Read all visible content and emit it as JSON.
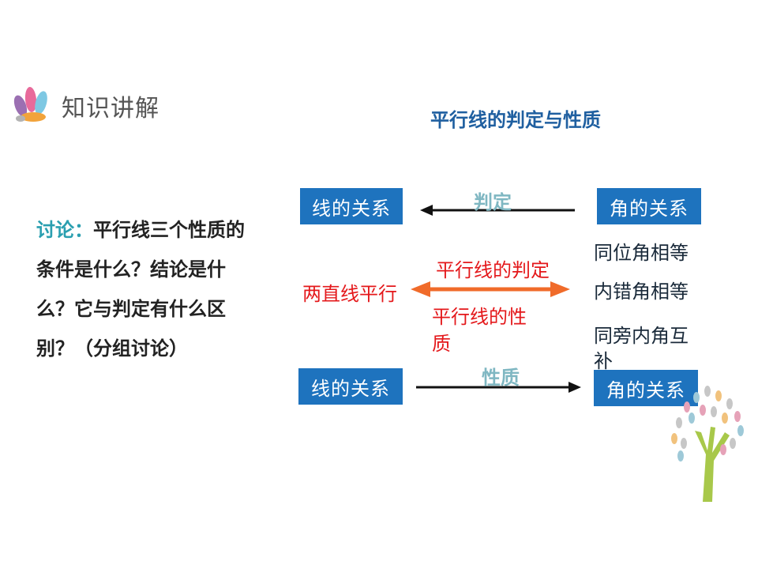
{
  "section": {
    "title": "知识讲解",
    "logo_icon": "colorful-petal-logo-icon"
  },
  "slide": {
    "title": "平行线的判定与性质"
  },
  "discussion": {
    "lead": "讨论：",
    "text": "平行线三个性质的条件是什么？结论是什么？它与判定有什么区别？（分组讨论）"
  },
  "diagram": {
    "top": {
      "left_box": "线的关系",
      "arrow_label": "判定",
      "right_box": "角的关系"
    },
    "middle": {
      "left_label": "两直线平行",
      "upper_label": "平行线的判定",
      "lower_label_line1": "平行线的性",
      "lower_label_line2": "质"
    },
    "angles": [
      "同位角相等",
      "内错角相等",
      "同旁内角互",
      "补"
    ],
    "bottom": {
      "left_box": "线的关系",
      "arrow_label": "性质",
      "right_box": "角的关系"
    }
  },
  "decoration": {
    "tree_icon": "tree-illustration-icon"
  },
  "colors": {
    "box": "#1e73be",
    "title": "#1f5fa0",
    "teal": "#7fb7c2",
    "red": "#e4181b",
    "orange_arrow": "#f06b2a",
    "discussion_lead": "#2a9fb0"
  }
}
